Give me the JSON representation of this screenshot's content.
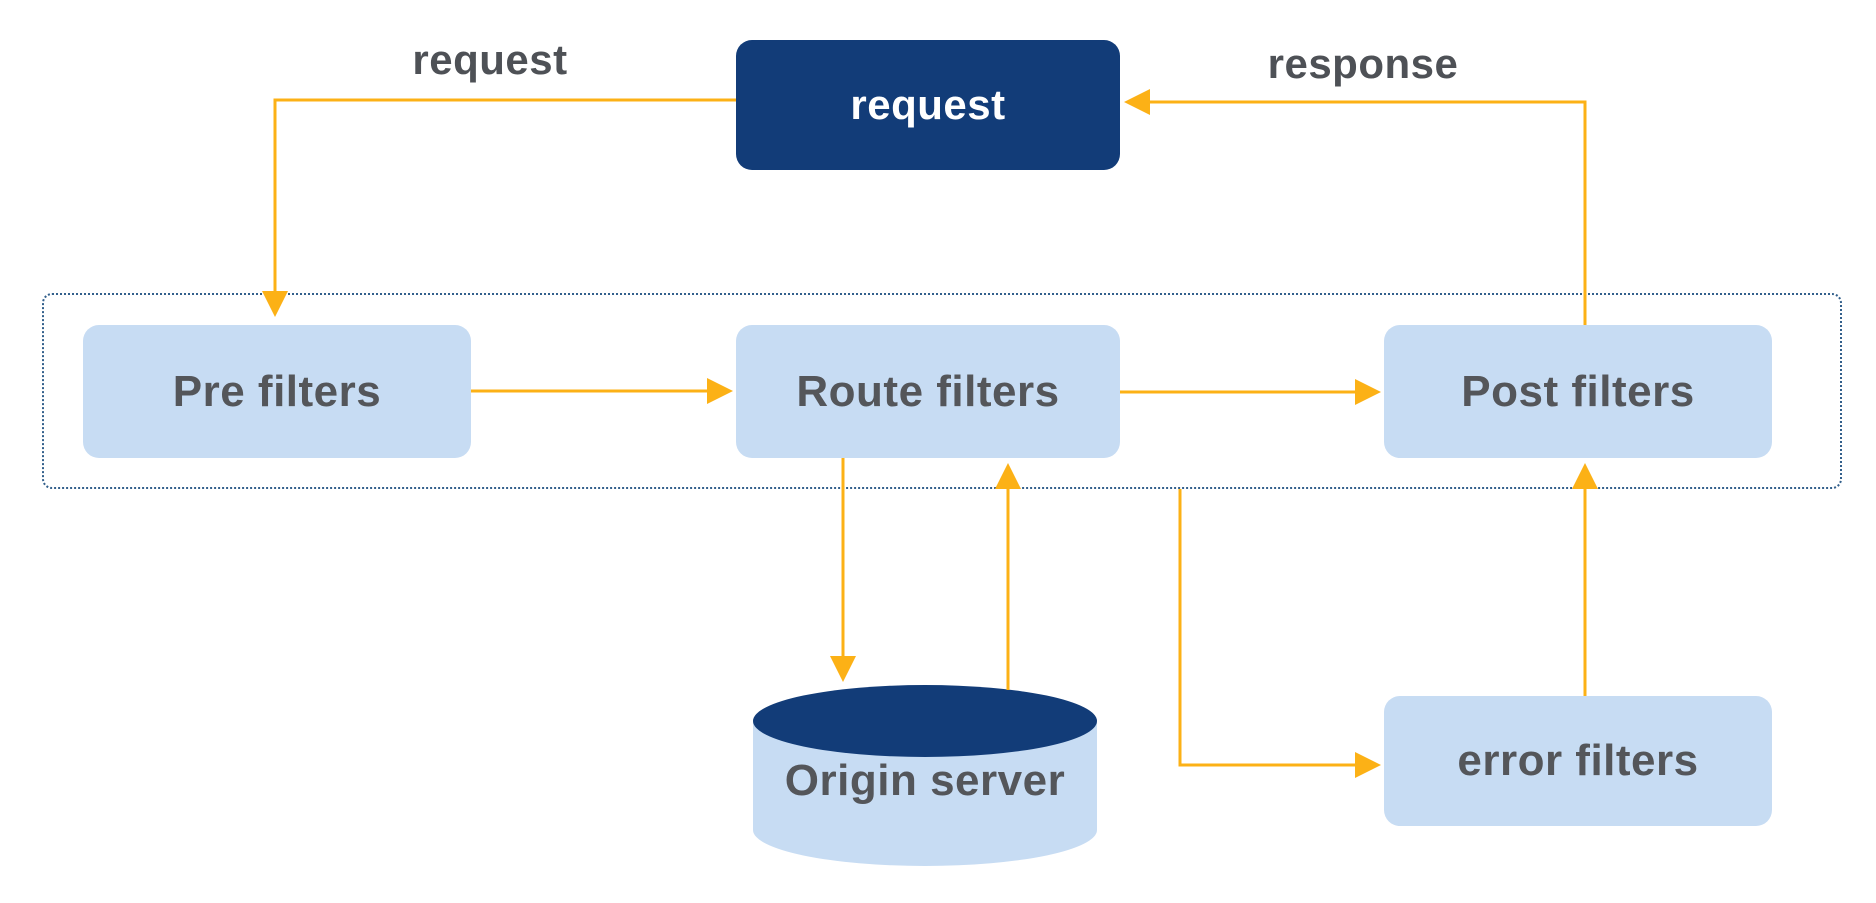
{
  "diagram": {
    "type": "flow-diagram",
    "background": "#ffffff",
    "colors": {
      "navy": "#123c78",
      "light_blue": "#c7dcf3",
      "arrow_orange": "#fcb116",
      "label_gray": "#54565a",
      "container_border": "#33608c"
    },
    "request_node": {
      "label": "request"
    },
    "filter_container": {
      "nodes": [
        {
          "id": "pre_filters",
          "label": "Pre filters"
        },
        {
          "id": "route_filters",
          "label": "Route filters"
        },
        {
          "id": "post_filters",
          "label": "Post filters"
        }
      ]
    },
    "origin_server": {
      "label": "Origin server",
      "shape": "cylinder"
    },
    "error_filters": {
      "label": "error filters"
    },
    "edge_labels": {
      "request": "request",
      "response": "response"
    },
    "edges": [
      {
        "from": "request",
        "to": "pre_filters",
        "label": "request"
      },
      {
        "from": "pre_filters",
        "to": "route_filters",
        "label": ""
      },
      {
        "from": "route_filters",
        "to": "post_filters",
        "label": ""
      },
      {
        "from": "route_filters",
        "to": "origin_server",
        "label": ""
      },
      {
        "from": "origin_server",
        "to": "route_filters",
        "label": ""
      },
      {
        "from": "filter_container",
        "to": "error_filters",
        "label": ""
      },
      {
        "from": "error_filters",
        "to": "post_filters",
        "label": ""
      },
      {
        "from": "post_filters",
        "to": "request",
        "label": "response"
      }
    ]
  }
}
